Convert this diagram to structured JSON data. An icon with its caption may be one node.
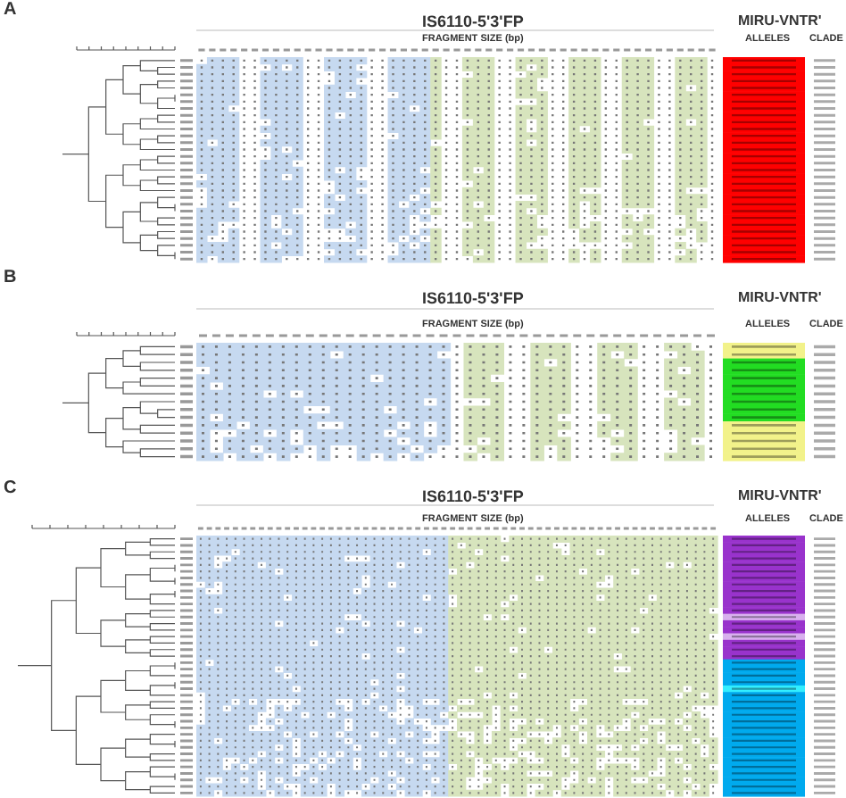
{
  "diagram": {
    "labels": [
      "A",
      "IS6110-5'3'FP",
      "MIRU-VNTR'",
      "FRAGMENT SIZE (bp)",
      "ALLELES",
      "CLADE",
      "B",
      "IS6110-5'3'FP",
      "MIRU-VNTR'",
      "FRAGMENT SIZE (bp)",
      "ALLELES",
      "CLADE",
      "C",
      "IS6110-5'3'FP",
      "MIRU-VNTR'",
      "FRAGMENT SIZE (bp)",
      "ALLELES",
      "CLADE"
    ]
  }
}
